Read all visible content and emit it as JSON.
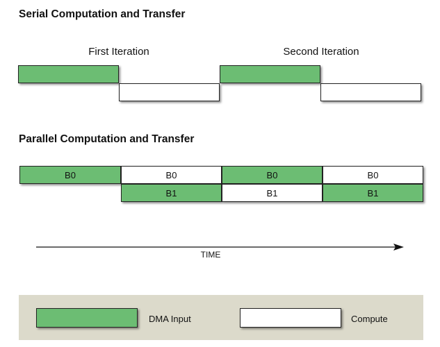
{
  "serial": {
    "title": "Serial Computation and Transfer",
    "first_iteration": "First Iteration",
    "second_iteration": "Second Iteration"
  },
  "parallel": {
    "title": "Parallel Computation and Transfer",
    "row1": [
      "B0",
      "B0",
      "B0",
      "B0"
    ],
    "row2": [
      "B1",
      "B1",
      "B1"
    ]
  },
  "time_label": "TIME",
  "legend": {
    "dma_input": "DMA Input",
    "compute": "Compute"
  },
  "colors": {
    "dma": "#6cbd73",
    "compute": "#ffffff",
    "legend_background": "#dcdacb"
  }
}
